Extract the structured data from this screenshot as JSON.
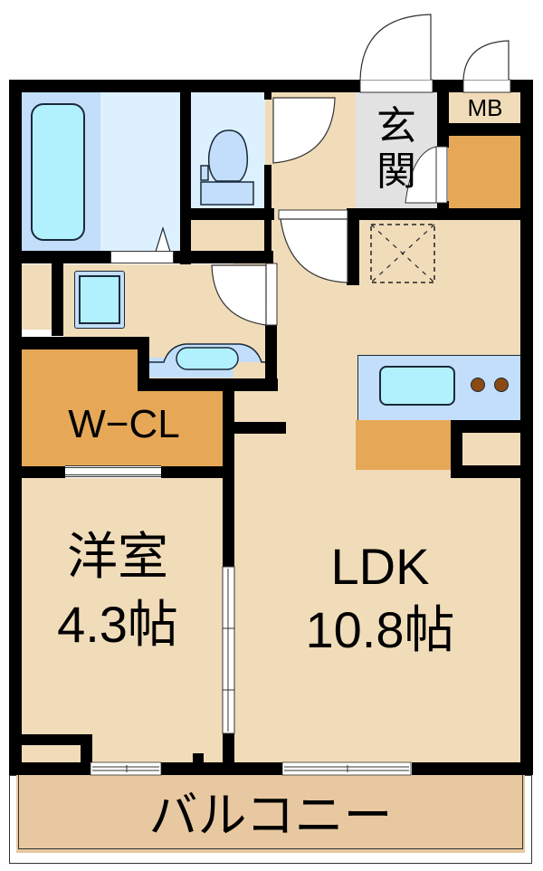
{
  "plan": {
    "rooms": [
      {
        "id": "western-room",
        "name": "洋室",
        "size": "4.3帖"
      },
      {
        "id": "ldk",
        "name": "LDK",
        "size": "10.8帖"
      },
      {
        "id": "walk-in-closet",
        "name": "W−CL"
      },
      {
        "id": "entrance",
        "name_line1": "玄",
        "name_line2": "関"
      },
      {
        "id": "meter-box",
        "name": "MB"
      },
      {
        "id": "balcony",
        "name": "バルコニー"
      }
    ],
    "fixtures": [
      "bathtub-icon",
      "toilet-icon",
      "washing-machine-icon",
      "washbasin-icon",
      "kitchen-sink-icon",
      "stove-burner-icon",
      "refrigerator-space-icon"
    ]
  },
  "colors": {
    "wall": "#000000",
    "floor": "#F1DCBA",
    "wet_area": "#C3DEFA",
    "wet_light": "#DDF0FE",
    "fixture_water": "#B1F1FD",
    "storage": "#E6A857",
    "entrance": "#E2E2E2",
    "balcony": "#E7C8A0",
    "burner": "#8A4A12"
  }
}
